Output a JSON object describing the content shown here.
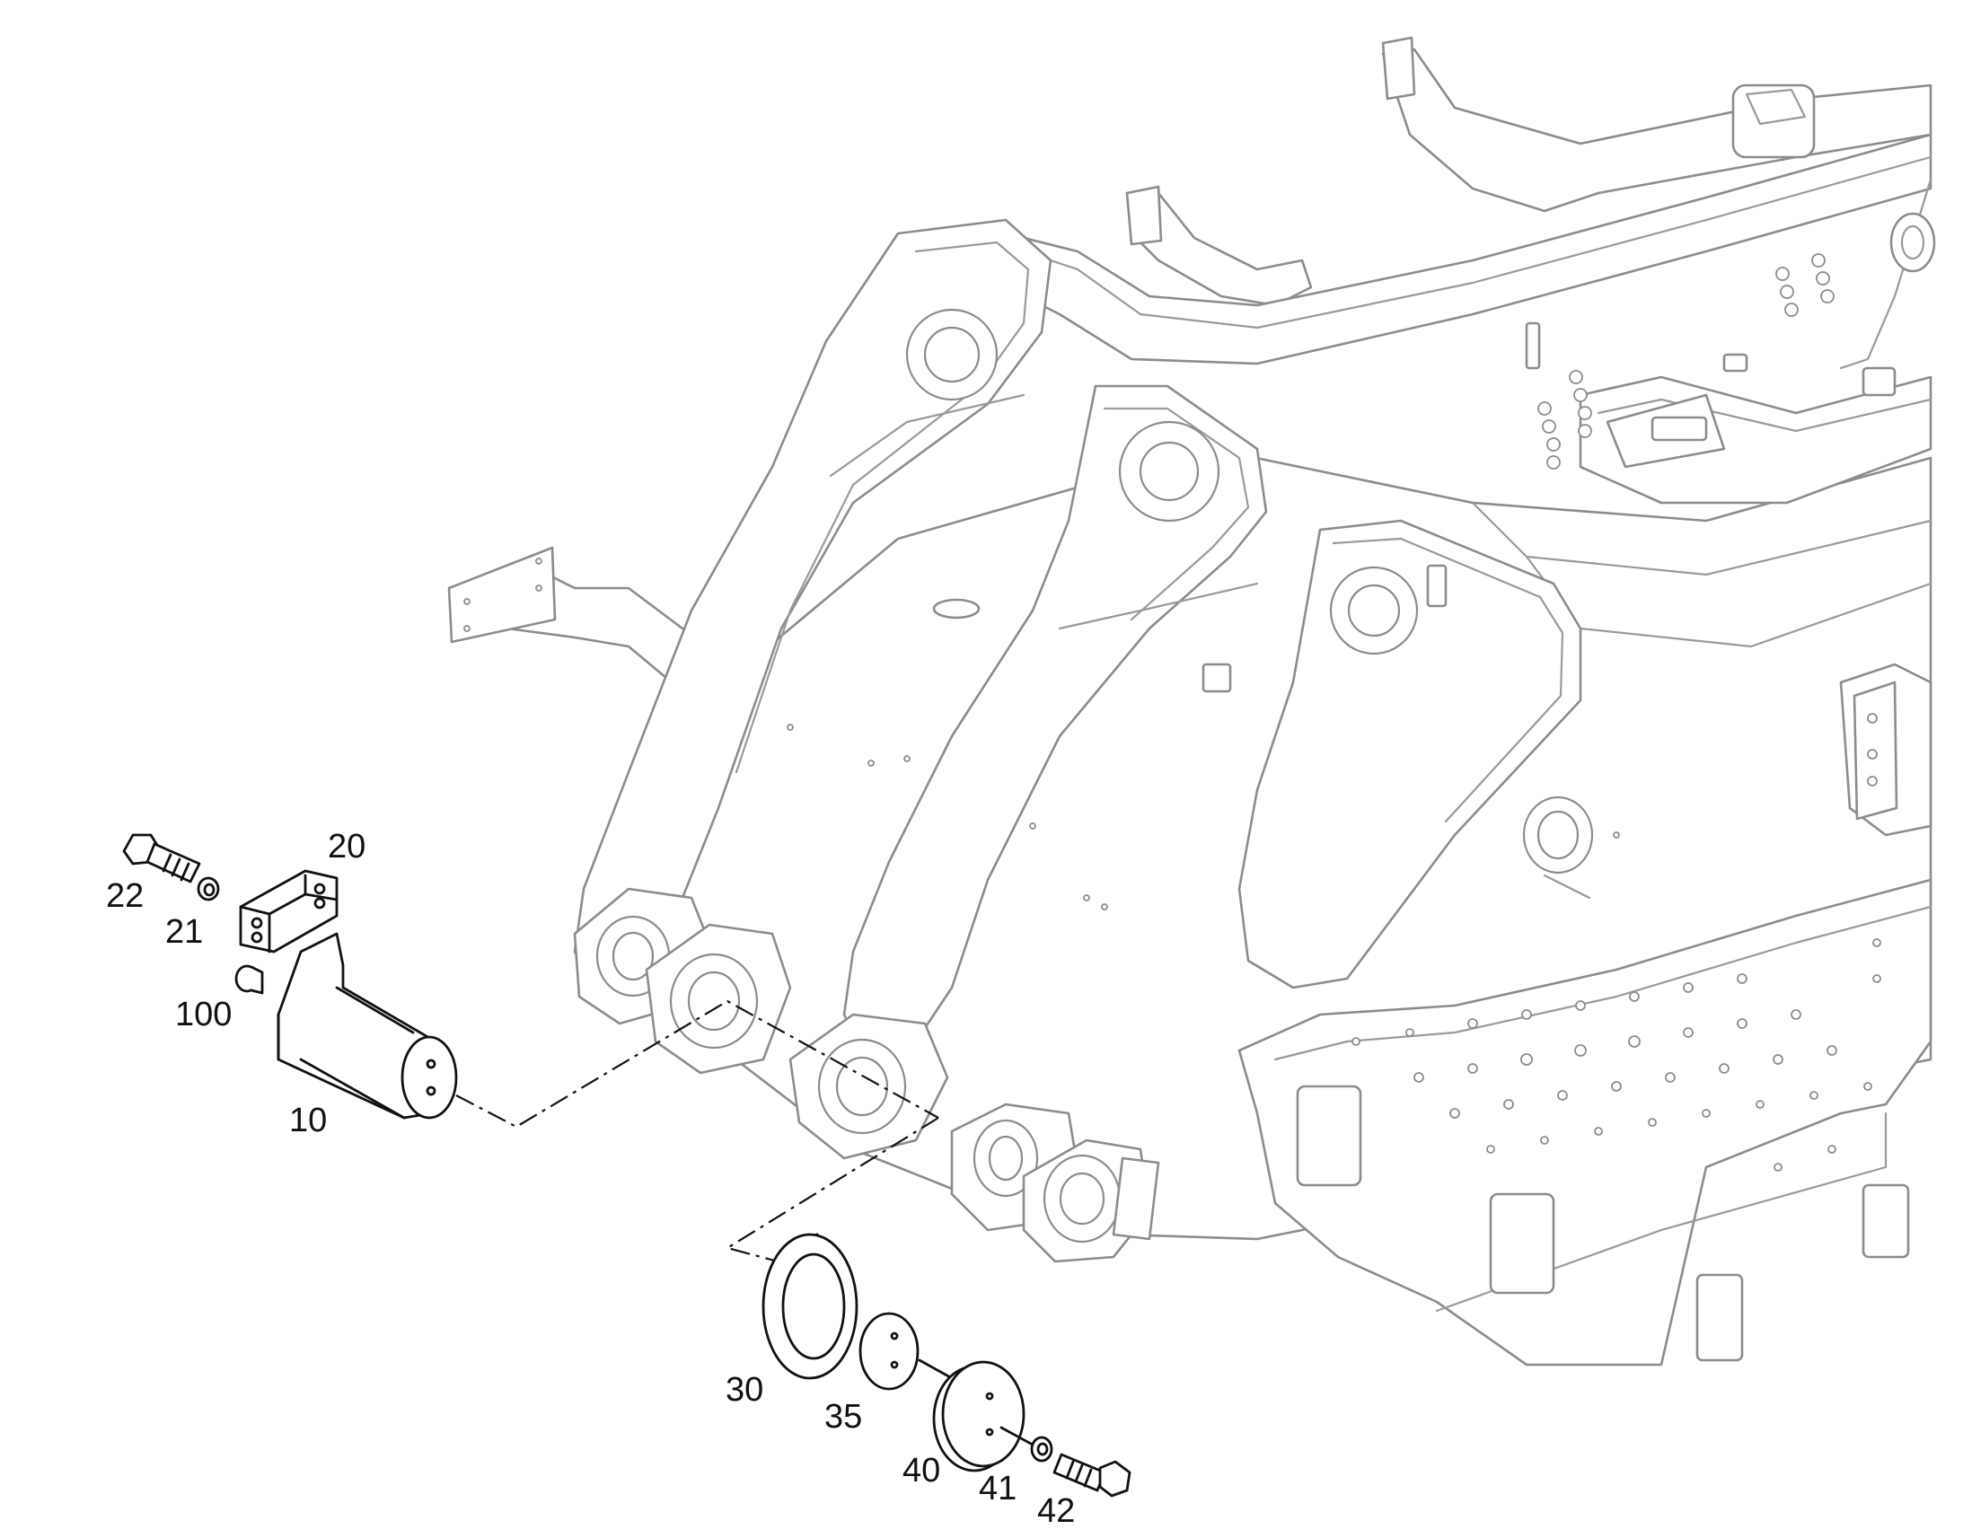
{
  "callouts": {
    "c10": "10",
    "c20": "20",
    "c21": "21",
    "c22": "22",
    "c30": "30",
    "c35": "35",
    "c40": "40",
    "c41": "41",
    "c42": "42",
    "c100": "100"
  },
  "colors": {
    "frame_line": "#8c8c8c",
    "part_line": "#111111",
    "background": "#ffffff"
  }
}
